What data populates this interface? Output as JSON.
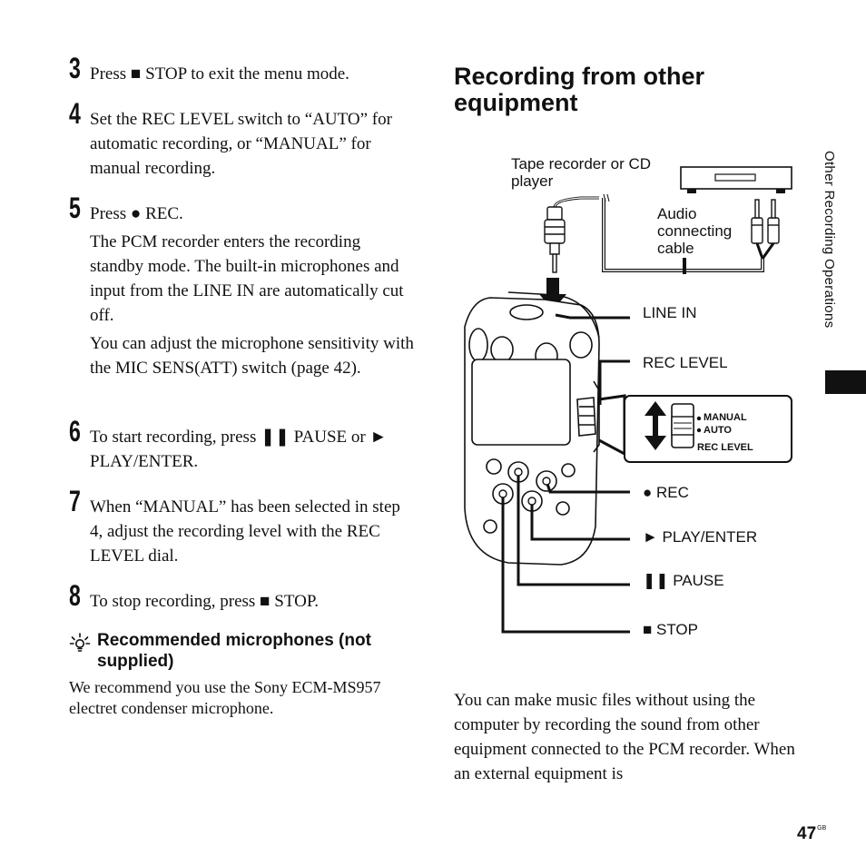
{
  "steps": [
    {
      "num": "3",
      "paras": [
        "Press ■ STOP to exit the menu mode."
      ]
    },
    {
      "num": "4",
      "paras": [
        "Set the REC LEVEL switch to “AUTO” for automatic recording, or “MANUAL” for manual recording."
      ]
    },
    {
      "num": "5",
      "paras": [
        "Press ● REC.",
        "The PCM recorder enters the recording standby mode. The built-in microphones and input from the LINE IN are automatically cut off.",
        "You can adjust the microphone sensitivity with the MIC SENS(ATT) switch (page 42)."
      ]
    },
    {
      "num": "6",
      "paras": [
        "To start recording, press ❚❚ PAUSE or ► PLAY/ENTER."
      ]
    },
    {
      "num": "7",
      "paras": [
        "When “MANUAL” has been selected in step 4, adjust the recording level with the REC LEVEL dial."
      ]
    },
    {
      "num": "8",
      "paras": [
        "To stop recording, press ■ STOP."
      ]
    }
  ],
  "tip": {
    "icon": "lightbulb-icon",
    "title": "Recommended microphones (not supplied)",
    "body": "We recommend you use the Sony ECM-MS957 electret condenser microphone."
  },
  "section": {
    "heading": "Recording from other equipment",
    "body": "You can make music files without using the computer by recording the sound from other equipment connected to the PCM recorder. When an external equipment is"
  },
  "diagram": {
    "tape_label": "Tape recorder or CD player",
    "cable_label": "Audio connecting cable",
    "line_in": "LINE IN",
    "rec_level": "REC LEVEL",
    "switch_manual": "MANUAL",
    "switch_auto": "AUTO",
    "switch_rec_level": "REC LEVEL",
    "rec": "● REC",
    "play": "► PLAY/ENTER",
    "pause": "❚❚ PAUSE",
    "stop": "■ STOP"
  },
  "side_tab": "Other Recording Operations",
  "page": {
    "number": "47",
    "suffix": "GB"
  }
}
